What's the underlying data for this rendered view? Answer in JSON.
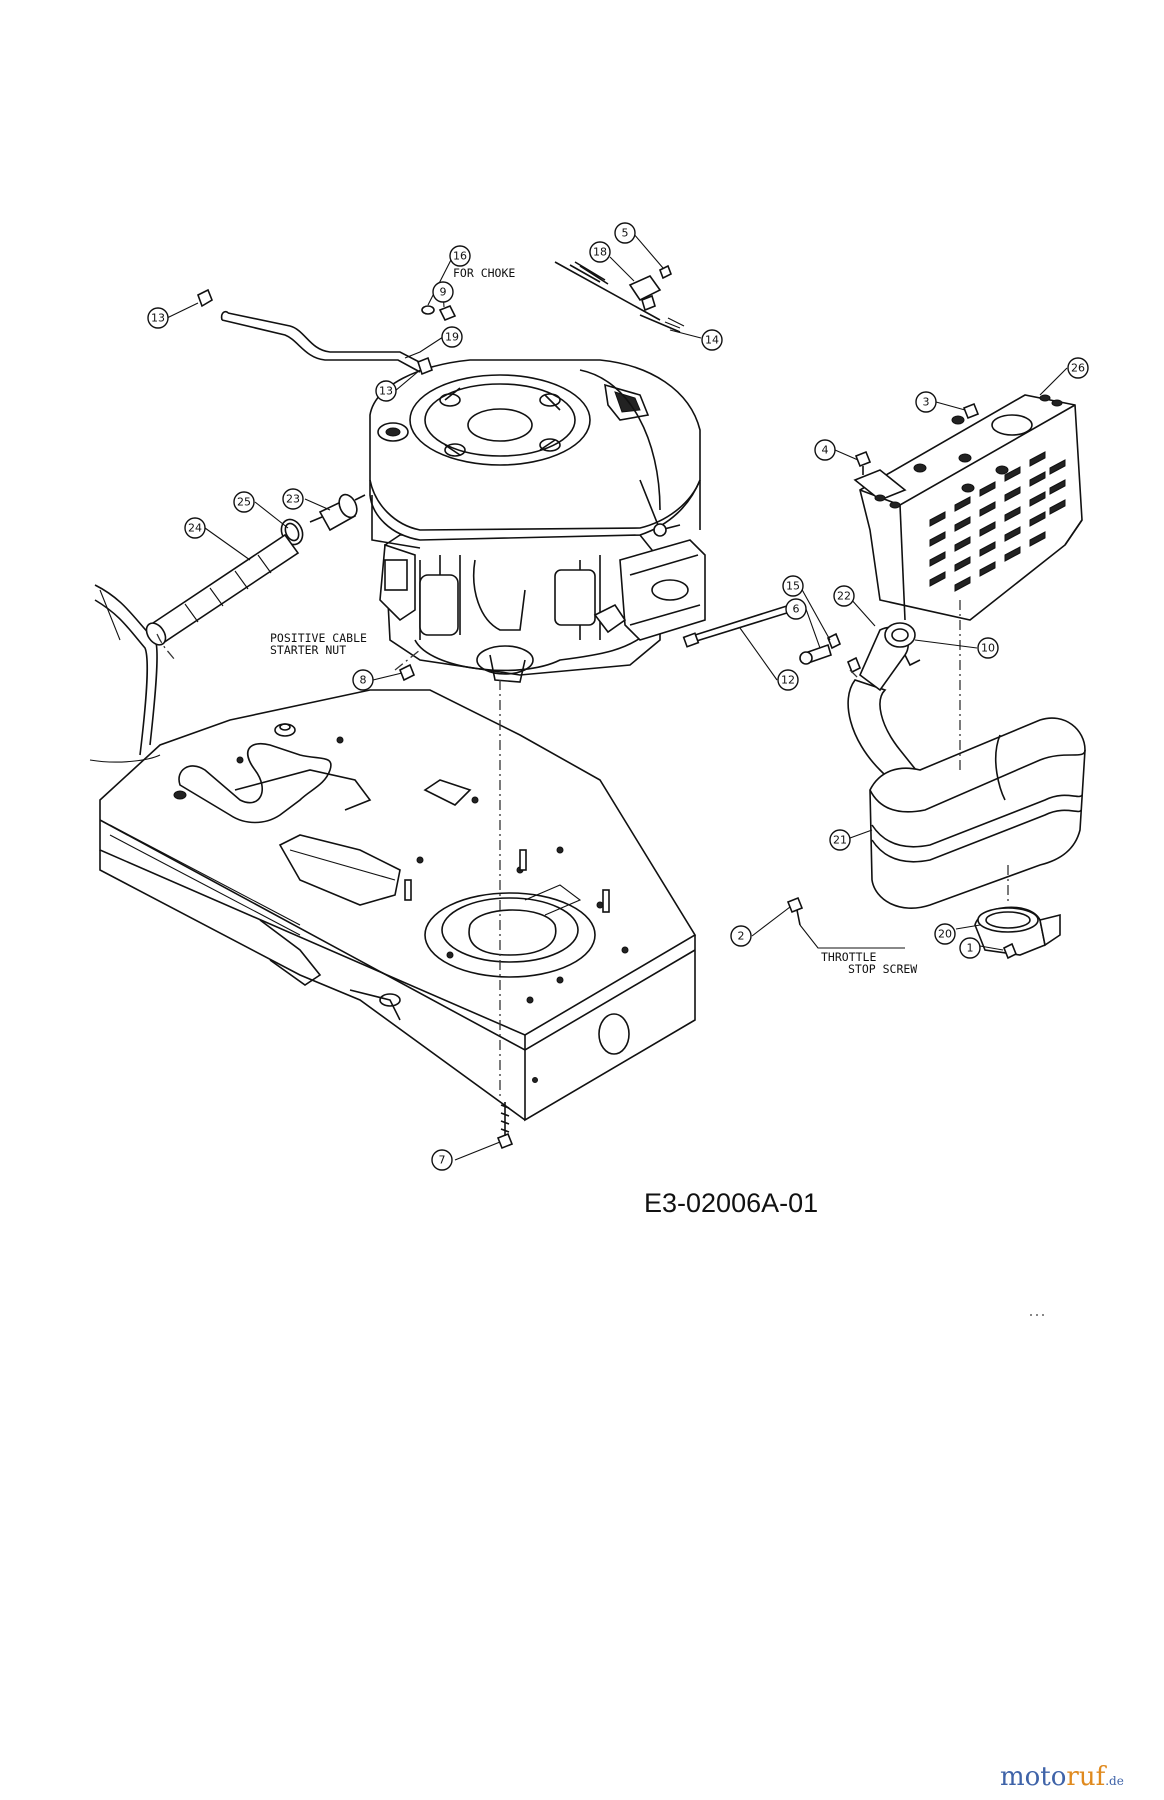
{
  "callouts": [
    {
      "id": "c13a",
      "label": "13"
    },
    {
      "id": "c16",
      "label": "16"
    },
    {
      "id": "c9",
      "label": "9"
    },
    {
      "id": "c19",
      "label": "19"
    },
    {
      "id": "c13b",
      "label": "13"
    },
    {
      "id": "c18",
      "label": "18"
    },
    {
      "id": "c5",
      "label": "5"
    },
    {
      "id": "c14",
      "label": "14"
    },
    {
      "id": "c26",
      "label": "26"
    },
    {
      "id": "c3",
      "label": "3"
    },
    {
      "id": "c4",
      "label": "4"
    },
    {
      "id": "c23",
      "label": "23"
    },
    {
      "id": "c25",
      "label": "25"
    },
    {
      "id": "c24",
      "label": "24"
    },
    {
      "id": "c15",
      "label": "15"
    },
    {
      "id": "c6",
      "label": "6"
    },
    {
      "id": "c22",
      "label": "22"
    },
    {
      "id": "c10",
      "label": "10"
    },
    {
      "id": "c8",
      "label": "8"
    },
    {
      "id": "c12",
      "label": "12"
    },
    {
      "id": "c21",
      "label": "21"
    },
    {
      "id": "c2",
      "label": "2"
    },
    {
      "id": "c20",
      "label": "20"
    },
    {
      "id": "c1",
      "label": "1"
    },
    {
      "id": "c7",
      "label": "7"
    }
  ],
  "notes": {
    "for_choke": "FOR CHOKE",
    "positive_cable": "POSITIVE CABLE",
    "starter_nut": "STARTER NUT",
    "throttle": "THROTTLE",
    "stop_screw": "STOP SCREW"
  },
  "diagram_code": "E3-02006A-01",
  "watermark": {
    "part1": "moto",
    "part2": "ruf",
    "suffix": ".de"
  }
}
